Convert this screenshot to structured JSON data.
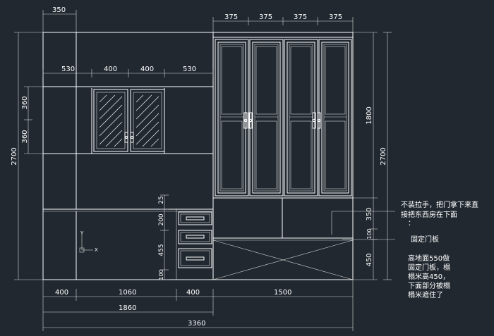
{
  "drawing": {
    "background": "#212830",
    "line_color": "#ffffff",
    "dims": {
      "top_350": "350",
      "door_375_a": "375",
      "door_375_b": "375",
      "door_375_c": "375",
      "door_375_d": "375",
      "upper_530_l": "530",
      "upper_400_a": "400",
      "upper_400_b": "400",
      "upper_530_r": "530",
      "left_360_a": "360",
      "left_360_b": "360",
      "left_2700": "2700",
      "right_1800": "1800",
      "right_2700": "2700",
      "right_350": "350",
      "right_100": "100",
      "right_450": "450",
      "drawer_25": "25",
      "drawer_200": "200",
      "drawer_455": "455",
      "drawer_100": "100",
      "bottom_400_l": "400",
      "bottom_1060": "1060",
      "bottom_400_m": "400",
      "bottom_1500": "1500",
      "bottom_1860": "1860",
      "bottom_3360": "3360"
    },
    "axis": {
      "y": "Y",
      "x": "X"
    },
    "notes": {
      "note1_line1": "不装拉手，把门拿下来直",
      "note1_line2": "接把东西房在下面",
      "note1_line3": "：",
      "note2": "固定门板",
      "note3_line1": "高地面550做",
      "note3_line2": "固定门板，榻",
      "note3_line3": "榻米高450，",
      "note3_line4": "下面部分被榻",
      "note3_line5": "榻米遮住了"
    }
  }
}
